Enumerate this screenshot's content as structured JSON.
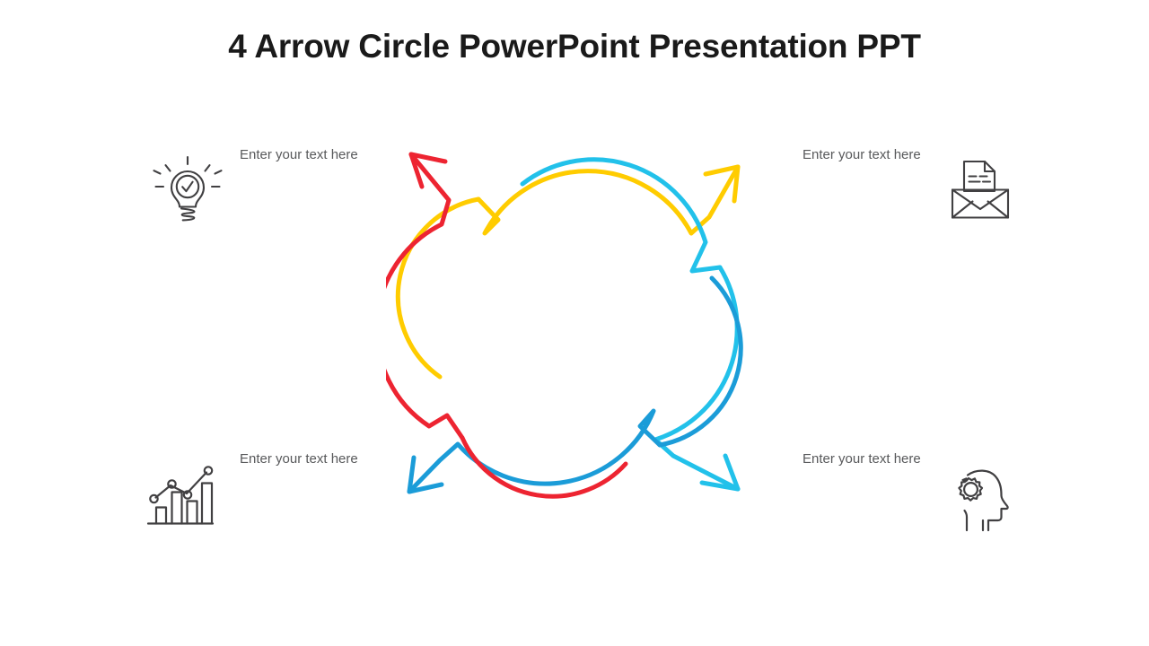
{
  "slide": {
    "title": "4 Arrow Circle PowerPoint Presentation PPT",
    "background_color": "#ffffff",
    "title_color": "#1a1a1a"
  },
  "labels": {
    "top_left": "Enter your text here",
    "top_right": "Enter your text here",
    "bottom_left": "Enter your text here",
    "bottom_right": "Enter your text here",
    "text_color": "#58595b"
  },
  "icons": {
    "top_left": "lightbulb-check-icon",
    "top_right": "envelope-document-icon",
    "bottom_left": "bar-chart-growth-icon",
    "bottom_right": "head-gear-icon",
    "stroke_color": "#414042"
  },
  "diagram": {
    "type": "4-arrow-circle",
    "segments": [
      {
        "name": "top-left-segment",
        "color": "#FFCC00",
        "arrow_direction": "up-right",
        "quadrant": "top"
      },
      {
        "name": "right-segment",
        "color": "#22C1EA",
        "arrow_direction": "down-right",
        "quadrant": "right"
      },
      {
        "name": "bottom-segment",
        "color": "#1B9CD8",
        "arrow_direction": "down-left",
        "quadrant": "bottom"
      },
      {
        "name": "left-segment",
        "color": "#ED2431",
        "arrow_direction": "up-left",
        "quadrant": "left"
      }
    ],
    "stroke_width": 5
  }
}
